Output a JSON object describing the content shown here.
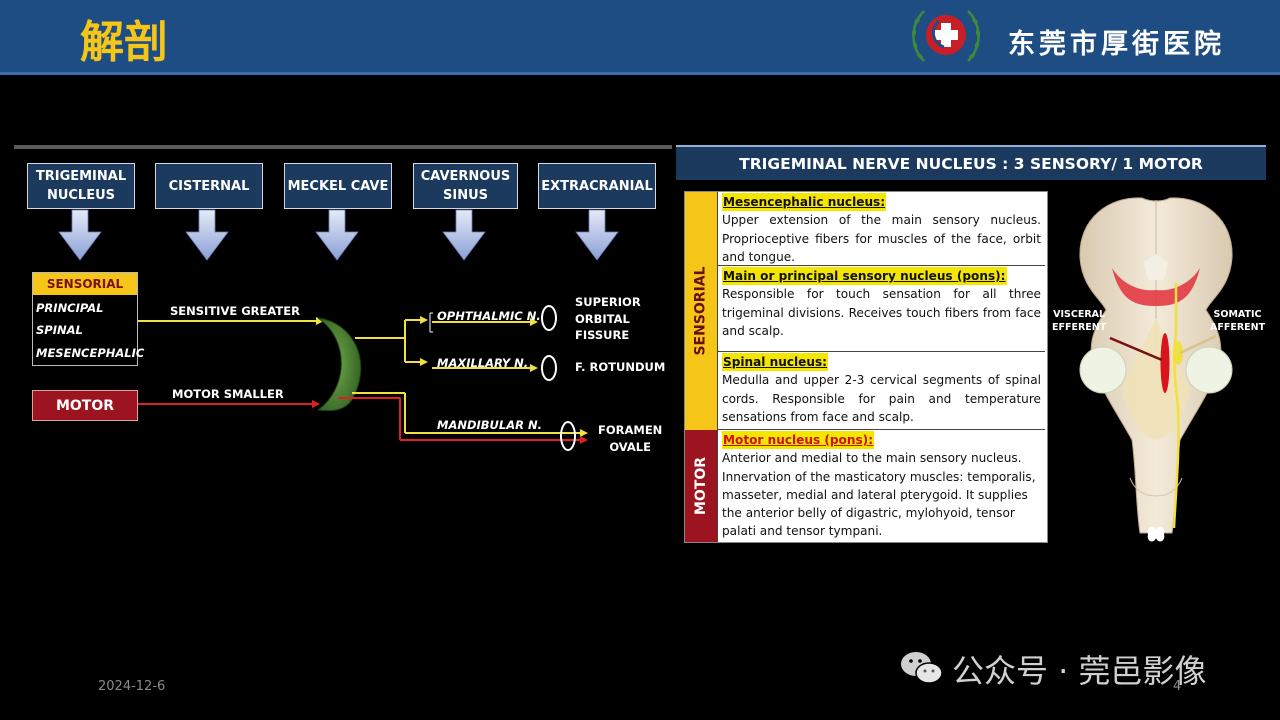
{
  "header": {
    "title": "解剖",
    "hospital": "东莞市厚街医院"
  },
  "pathway_boxes": [
    "TRIGEMINAL\nNUCLEUS",
    "CISTERNAL",
    "MECKEL CAVE",
    "CAVERNOUS\nSINUS",
    "EXTRACRANIAL"
  ],
  "nucleus": {
    "sensorial_title": "SENSORIAL",
    "items": [
      "PRINCIPAL",
      "SPINAL",
      "MESENCEPHALIC"
    ],
    "motor": "MOTOR"
  },
  "roots": {
    "sensory": "SENSITIVE GREATER",
    "motor": "MOTOR  SMALLER"
  },
  "branches": [
    {
      "name": "OPHTHALMIC N.",
      "exit": "SUPERIOR\nORBITAL\nFISSURE"
    },
    {
      "name": "MAXILLARY N.",
      "exit": "F. ROTUNDUM"
    },
    {
      "name": "MANDIBULAR N.",
      "exit": "FORAMEN\nOVALE"
    }
  ],
  "table": {
    "title": "TRIGEMINAL NERVE NUCLEUS : 3 SENSORY/ 1 MOTOR",
    "side_sensorial": "SENSORIAL",
    "side_motor": "MOTOR",
    "rows": [
      {
        "heading": "Mesencephalic nucleus:",
        "body": "Upper extension of the main sensory nucleus. Proprioceptive fibers for muscles of the face, orbit and tongue."
      },
      {
        "heading": "Main or principal sensory nucleus (pons):",
        "body": "Responsible for touch sensation for all three trigeminal divisions. Receives touch fibers from face and scalp."
      },
      {
        "heading": "Spinal nucleus:",
        "body": "Medulla and upper 2-3 cervical segments of spinal cords. Responsible for pain and temperature sensations from face and scalp."
      },
      {
        "heading": "Motor nucleus (pons):",
        "body": "Anterior and medial to the main sensory nucleus. Innervation of the masticatory muscles: temporalis, masseter, medial and lateral pterygoid. It supplies the  anterior belly of digastric, mylohyoid, tensor palati and tensor tympani."
      }
    ]
  },
  "brainstem": {
    "left_label": "VISCERAL\nEFFERENT",
    "right_label": "SOMATIC\nAFFERENT"
  },
  "footer": {
    "date": "2024-12-6",
    "page": "4",
    "watermark": "公众号 · 莞邑影像"
  },
  "colors": {
    "header_bg": "#1e4d83",
    "title_gold": "#f5c518",
    "box_blue": "#1b3a5e",
    "sensory_yellow": "#f5e600",
    "motor_red": "#9b1420",
    "crescent_green": "#3e7a2a"
  }
}
